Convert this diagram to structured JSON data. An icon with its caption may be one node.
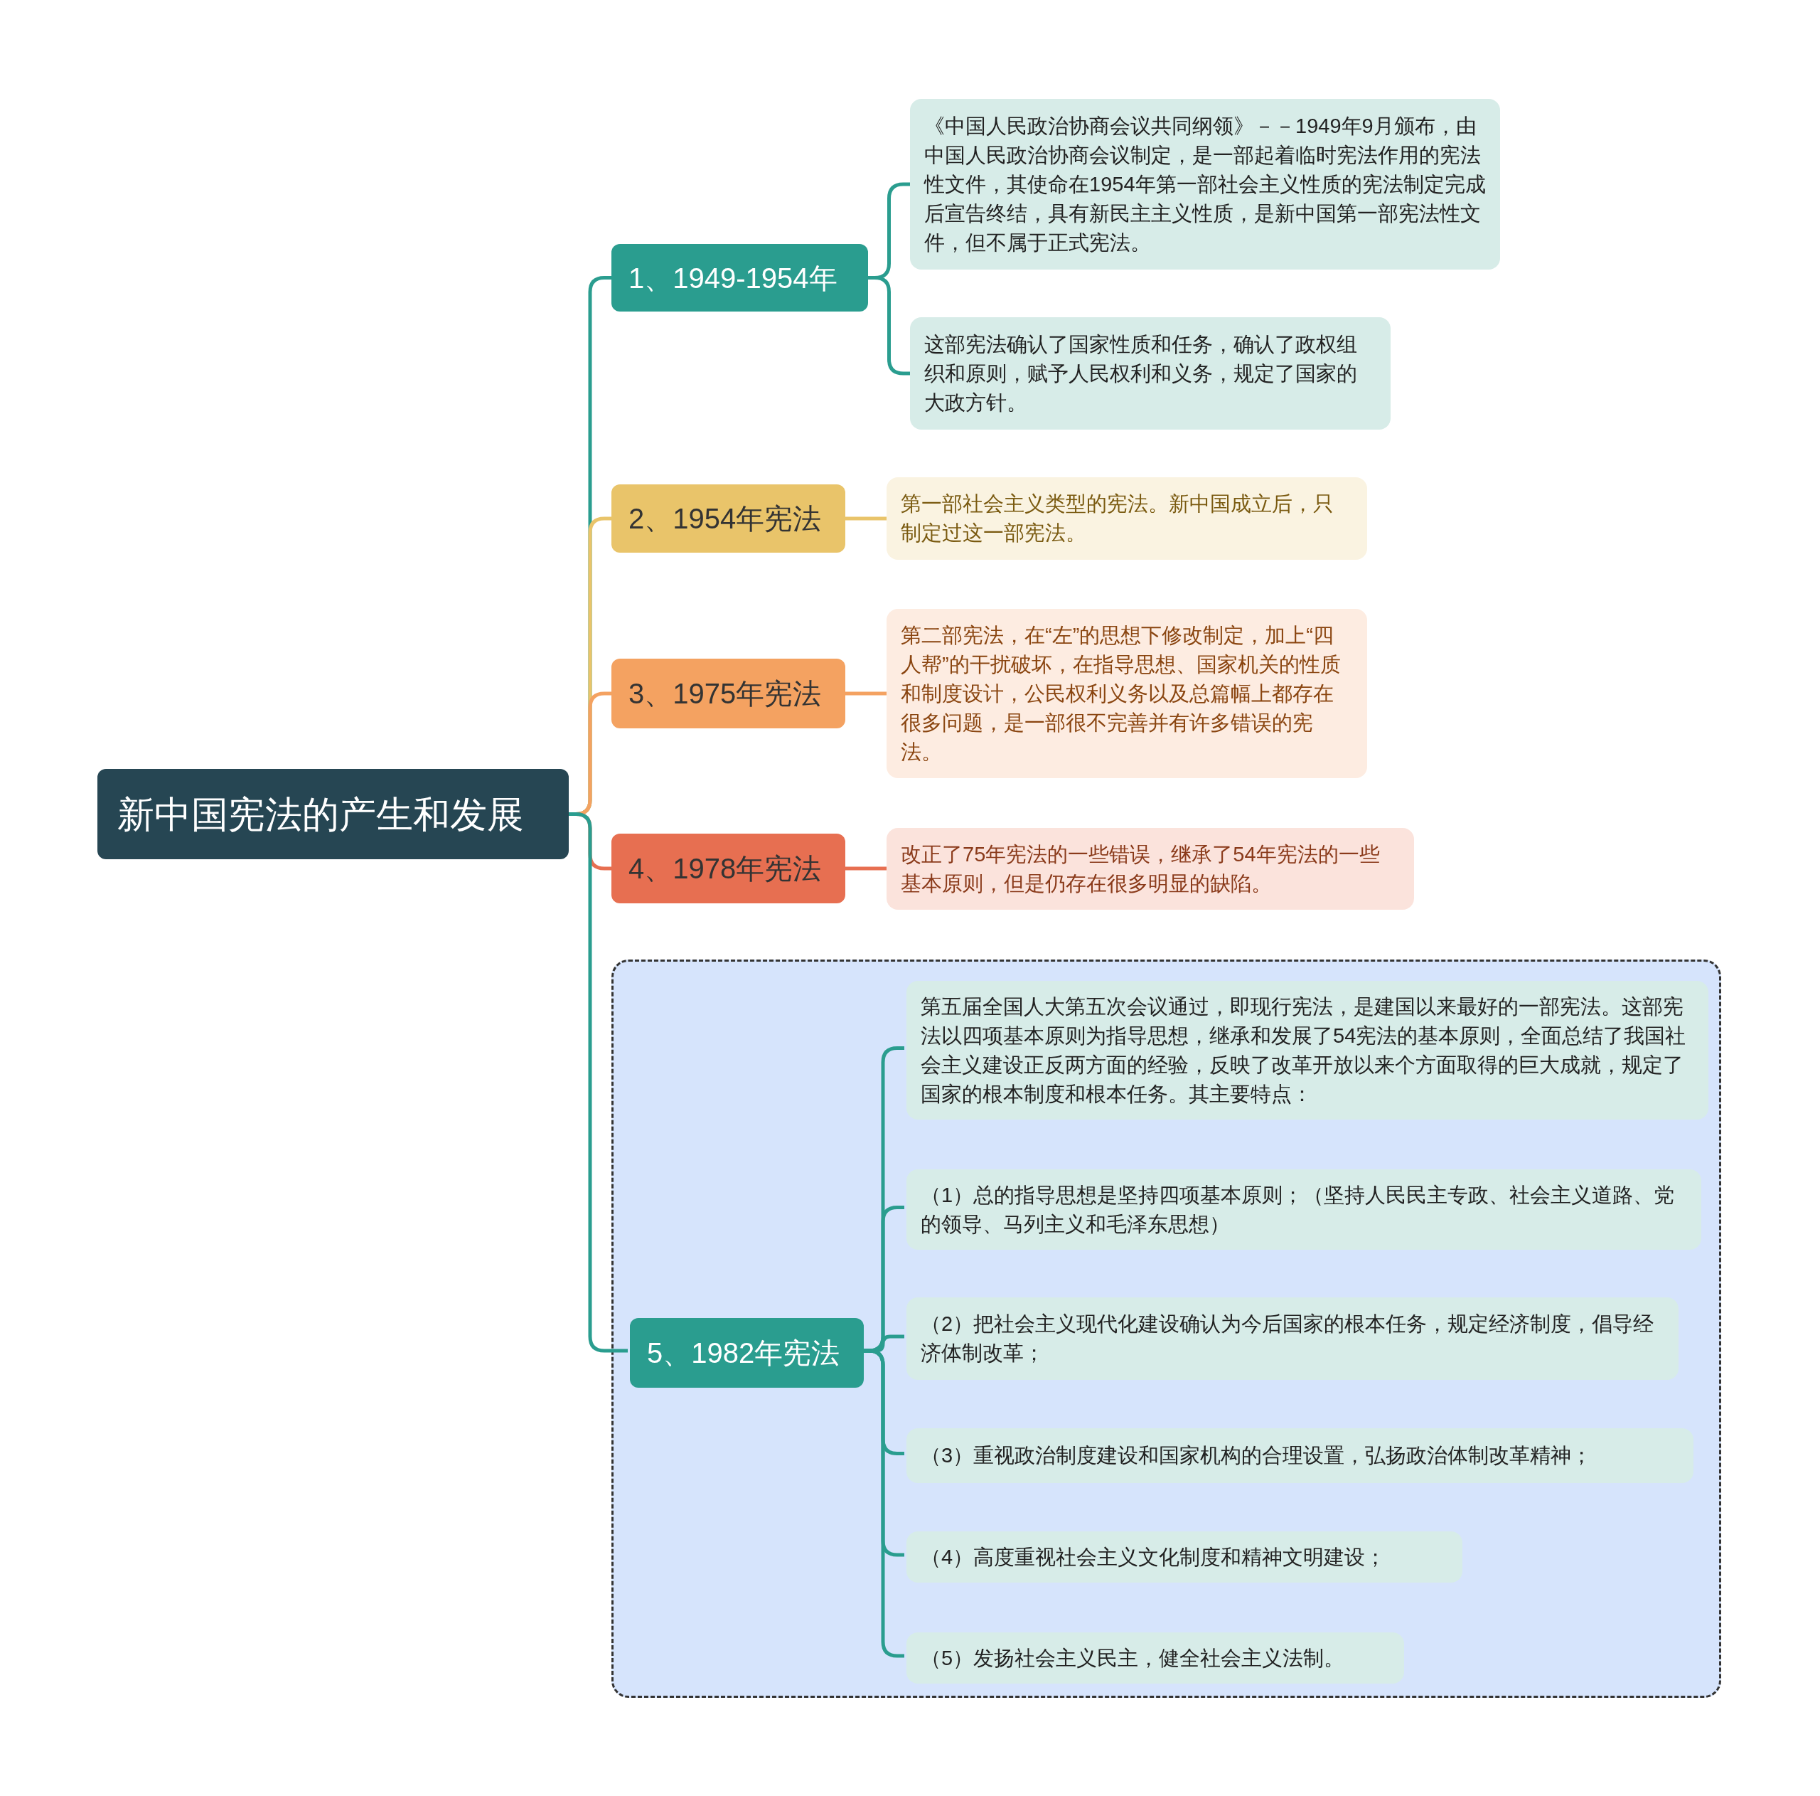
{
  "diagram": {
    "nodes": [
      {
        "text": [
          "新中国宪法的产生和发展"
        ]
      },
      {
        "text": [
          "1、1949-1954年"
        ]
      },
      {
        "text": [
          "《中国人民政治协商会议共同纲领》－－1949年9月颁布，由中国人民政治协商会议制定，是一部起着临时宪法作用的宪法性文件，其使命在1954年第一部社会主义性质的宪法制定完成后宣告终结，具有新民主主义性质，是新中国第一部宪法性文件，但不属于正式宪法。"
        ]
      },
      {
        "text": [
          "这部宪法确认了国家性质和任务，确认了政权组织和原则，赋予人民权利和义务，规定了国家的大政方针。"
        ]
      },
      {
        "text": [
          "2、1954年宪法"
        ]
      },
      {
        "text": [
          "第一部社会主义类型的宪法。新中国成立后，只制定过这一部宪法。"
        ]
      },
      {
        "text": [
          "3、1975年宪法"
        ]
      },
      {
        "text": [
          "第二部宪法，在“左”的思想下修改制定，加上“四人帮”的干扰破坏，在指导思想、国家机关的性质和制度设计，公民权利义务以及总篇幅上都存在很多问题，是一部很不完善并有许多错误的宪法。"
        ]
      },
      {
        "text": [
          "4、1978年宪法"
        ]
      },
      {
        "text": [
          "改正了75年宪法的一些错误，继承了54年宪法的一些基本原则，但是仍存在很多明显的缺陷。"
        ]
      },
      {
        "text": [],
        "shape": "box"
      },
      {
        "text": [
          "5、1982年宪法"
        ],
        "in": 10
      },
      {
        "text": [
          "第五届全国人大第五次会议通过，即现行宪法，是建国以来最好的一部宪法。这部宪法以四项基本原则为指导思想，继承和发展了54宪法的基本原则，全面总结了我国社会主义建设正反两方面的经验，反映了改革开放以来个方面取得的巨大成就，规定了国家的根本制度和根本任务。其主要特点："
        ],
        "in": 10
      },
      {
        "text": [
          "（1）总的指导思想是坚持四项基本原则；（坚持人民民主专政、社会主义道路、党的领导、马列主义和毛泽东思想）"
        ],
        "in": 10
      },
      {
        "text": [
          "（2）把社会主义现代化建设确认为今后国家的根本任务，规定经济制度，倡导经济体制改革；"
        ],
        "in": 10
      },
      {
        "text": [
          "（3）重视政治制度建设和国家机构的合理设置，弘扬政治体制改革精神；"
        ],
        "in": 10
      },
      {
        "text": [
          "（4）高度重视社会主义文化制度和精神文明建设；"
        ],
        "in": 10
      },
      {
        "text": [
          "（5）发扬社会主义民主，健全社会主义法制。"
        ],
        "in": 10
      }
    ],
    "edges": [
      {
        "from": 0,
        "to": 1,
        "arrow": "none"
      },
      {
        "from": 1,
        "to": 2,
        "arrow": "none"
      },
      {
        "from": 1,
        "to": 3,
        "arrow": "none"
      },
      {
        "from": 0,
        "to": 4,
        "arrow": "none",
        "color": "#e9c46a"
      },
      {
        "from": 4,
        "to": 5,
        "arrow": "none",
        "color": "#e9c46a"
      },
      {
        "from": 0,
        "to": 6,
        "arrow": "none",
        "color": "#f4a261"
      },
      {
        "from": 6,
        "to": 7,
        "arrow": "none",
        "color": "#f4a261"
      },
      {
        "from": 0,
        "to": 8,
        "arrow": "none",
        "color": "#e76f51"
      },
      {
        "from": 8,
        "to": 9,
        "arrow": "none",
        "color": "#e76f51"
      },
      {
        "from": 0,
        "to": 11,
        "arrow": "none"
      },
      {
        "from": 11,
        "to": 12,
        "arrow": "none"
      },
      {
        "from": 11,
        "to": 13,
        "arrow": "none"
      },
      {
        "from": 11,
        "to": 14,
        "arrow": "none"
      },
      {
        "from": 11,
        "to": 15,
        "arrow": "none"
      },
      {
        "from": 11,
        "to": 16,
        "arrow": "none"
      },
      {
        "from": 11,
        "to": 17,
        "arrow": "none"
      }
    ]
  }
}
